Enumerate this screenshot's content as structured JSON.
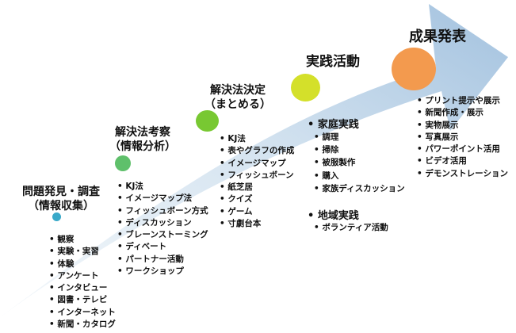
{
  "stages": [
    {
      "title_lines": [
        "問題発見・調査",
        "（情報収集）"
      ],
      "color": "#39a9c9",
      "items": [
        "観察",
        "実験・実習",
        "体験",
        "アンケート",
        "インタビュー",
        "図書・テレビ",
        "インターネット",
        "新聞・カタログ"
      ]
    },
    {
      "title_lines": [
        "解決法考察",
        "（情報分析）"
      ],
      "color": "#5fc06b",
      "items": [
        "KJ法",
        "イメージマップ法",
        "フィッシュボーン方式",
        "ディスカッション",
        "ブレーンストーミング",
        "ディベート",
        "パートナー活動",
        "ワークショップ"
      ]
    },
    {
      "title_lines": [
        "解決法決定",
        "（まとめる）"
      ],
      "color": "#78c832",
      "items": [
        "KJ法",
        "表やグラフの作成",
        "イメージマップ",
        "フィッシュボーン",
        "紙芝居",
        "クイズ",
        "ゲーム",
        "寸劇台本"
      ]
    },
    {
      "title_lines": [
        "実践活動"
      ],
      "color": "#d4e02a",
      "sections": [
        {
          "heading": "家庭実践",
          "items": [
            "調理",
            "掃除",
            "被服製作",
            "購入",
            "家族ディスカッション"
          ]
        },
        {
          "heading": "地域実践",
          "items": [
            "ボランティア活動"
          ]
        }
      ]
    },
    {
      "title_lines": [
        "成果発表"
      ],
      "color": "#f39a4e",
      "items": [
        "プリント提示や展示",
        "新聞作成・展示",
        "実物展示",
        "写真展示",
        "パワーポイント活用",
        "ビデオ活用",
        "デモンストレーション"
      ]
    }
  ],
  "colors": {
    "arrow_light": "#f1f6fa",
    "arrow_dark": "#a9c6e2"
  }
}
